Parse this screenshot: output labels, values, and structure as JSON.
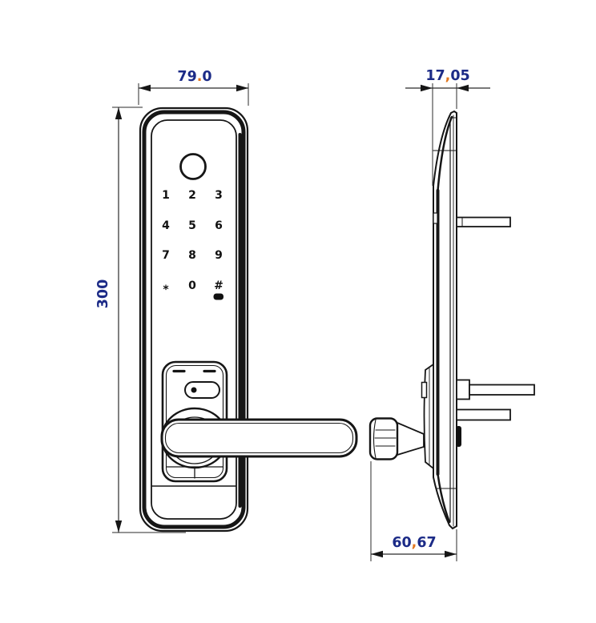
{
  "dimensions": {
    "front_width": {
      "pre": "79",
      "sep": ".",
      "post": "0"
    },
    "front_height": "300",
    "side_thickness": {
      "pre": "17",
      "sep": ",",
      "post": "05"
    },
    "side_depth": {
      "pre": "60",
      "sep": ",",
      "post": "67"
    }
  },
  "keypad": {
    "keys": [
      "1",
      "2",
      "3",
      "4",
      "5",
      "6",
      "7",
      "8",
      "9",
      "*",
      "0",
      "#"
    ]
  },
  "colors": {
    "dimension_text": "#1c2b87",
    "decimal_separator": "#e2761d",
    "line": "#161616"
  }
}
